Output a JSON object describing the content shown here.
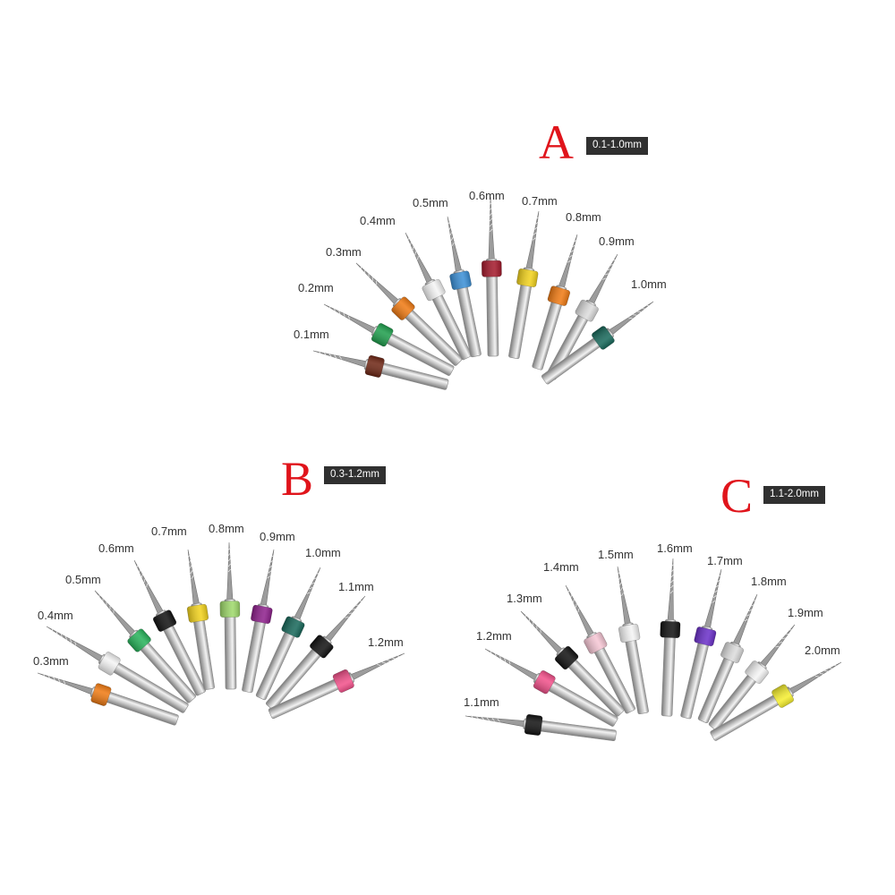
{
  "sets": [
    {
      "letter": "A",
      "range": "0.1-1.0mm",
      "bits": [
        {
          "size": "0.1mm",
          "color": "#6e2614"
        },
        {
          "size": "0.2mm",
          "color": "#1e9e4c"
        },
        {
          "size": "0.3mm",
          "color": "#f07a12"
        },
        {
          "size": "0.4mm",
          "color": "#f4f4f4"
        },
        {
          "size": "0.5mm",
          "color": "#3a8fd6"
        },
        {
          "size": "0.6mm",
          "color": "#a3182a"
        },
        {
          "size": "0.7mm",
          "color": "#f2d21b"
        },
        {
          "size": "0.8mm",
          "color": "#f07a12"
        },
        {
          "size": "0.9mm",
          "color": "#dcdcdc"
        },
        {
          "size": "1.0mm",
          "color": "#17685a"
        }
      ]
    },
    {
      "letter": "B",
      "range": "0.3-1.2mm",
      "bits": [
        {
          "size": "0.3mm",
          "color": "#f07a12"
        },
        {
          "size": "0.4mm",
          "color": "#f4f4f4"
        },
        {
          "size": "0.5mm",
          "color": "#26b35a"
        },
        {
          "size": "0.6mm",
          "color": "#111111"
        },
        {
          "size": "0.7mm",
          "color": "#f2d21b"
        },
        {
          "size": "0.8mm",
          "color": "#9ed96a"
        },
        {
          "size": "0.9mm",
          "color": "#8e1f8c"
        },
        {
          "size": "1.0mm",
          "color": "#17685a"
        },
        {
          "size": "1.1mm",
          "color": "#111111"
        },
        {
          "size": "1.2mm",
          "color": "#f2508a"
        }
      ]
    },
    {
      "letter": "C",
      "range": "1.1-2.0mm",
      "bits": [
        {
          "size": "1.1mm",
          "color": "#111111"
        },
        {
          "size": "1.2mm",
          "color": "#f2508a"
        },
        {
          "size": "1.3mm",
          "color": "#111111"
        },
        {
          "size": "1.4mm",
          "color": "#f6c6d4"
        },
        {
          "size": "1.5mm",
          "color": "#f4f4f4"
        },
        {
          "size": "1.6mm",
          "color": "#111111"
        },
        {
          "size": "1.7mm",
          "color": "#6a2fc9"
        },
        {
          "size": "1.8mm",
          "color": "#dcdcdc"
        },
        {
          "size": "1.9mm",
          "color": "#f4f4f4"
        },
        {
          "size": "2.0mm",
          "color": "#f5ee2e"
        }
      ]
    }
  ]
}
